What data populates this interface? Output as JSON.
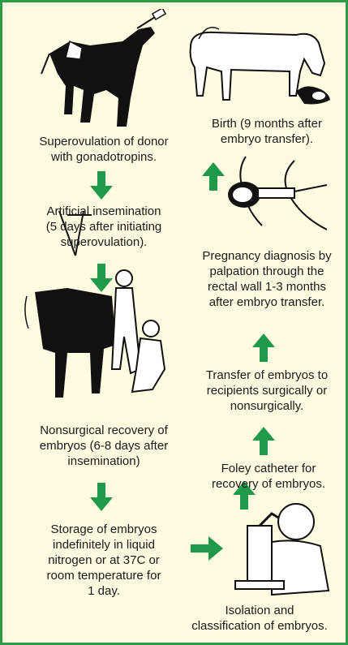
{
  "steps": {
    "superovulation": [
      "Superovulation of donor",
      "with gonadotropins."
    ],
    "insemination": [
      "Artificial insemination",
      "(5 days after initiating",
      "superovulation)."
    ],
    "recovery": [
      "Nonsurgical recovery of",
      "embryos (6-8 days after",
      "insemination)"
    ],
    "storage": [
      "Storage of embryos",
      "indefinitely in liquid",
      "nitrogen or at 37C or",
      "room temperature for",
      "1 day."
    ],
    "isolation": [
      "Isolation and",
      "classification of embryos."
    ],
    "foley": [
      "Foley catheter for",
      "recovery of embryos."
    ],
    "transfer": [
      "Transfer of embryos to",
      "recipients surgically or",
      "nonsurgically."
    ],
    "pregnancy": [
      "Pregnancy diagnosis by",
      "palpation through the",
      "rectal wall 1-3 months",
      "after embryo transfer."
    ],
    "birth": [
      "Birth (9 months after",
      "embryo transfer)."
    ]
  },
  "colors": {
    "border": "#2e9a4a",
    "background": "#fffbe0",
    "arrow": "#1e9a4a",
    "ink": "#111111"
  },
  "icons": [
    "cow-injection-icon",
    "cow-suspended-recovery-icon",
    "microscope-technician-icon",
    "palpation-arm-icon",
    "cow-calving-icon",
    "green-arrow-icon"
  ]
}
